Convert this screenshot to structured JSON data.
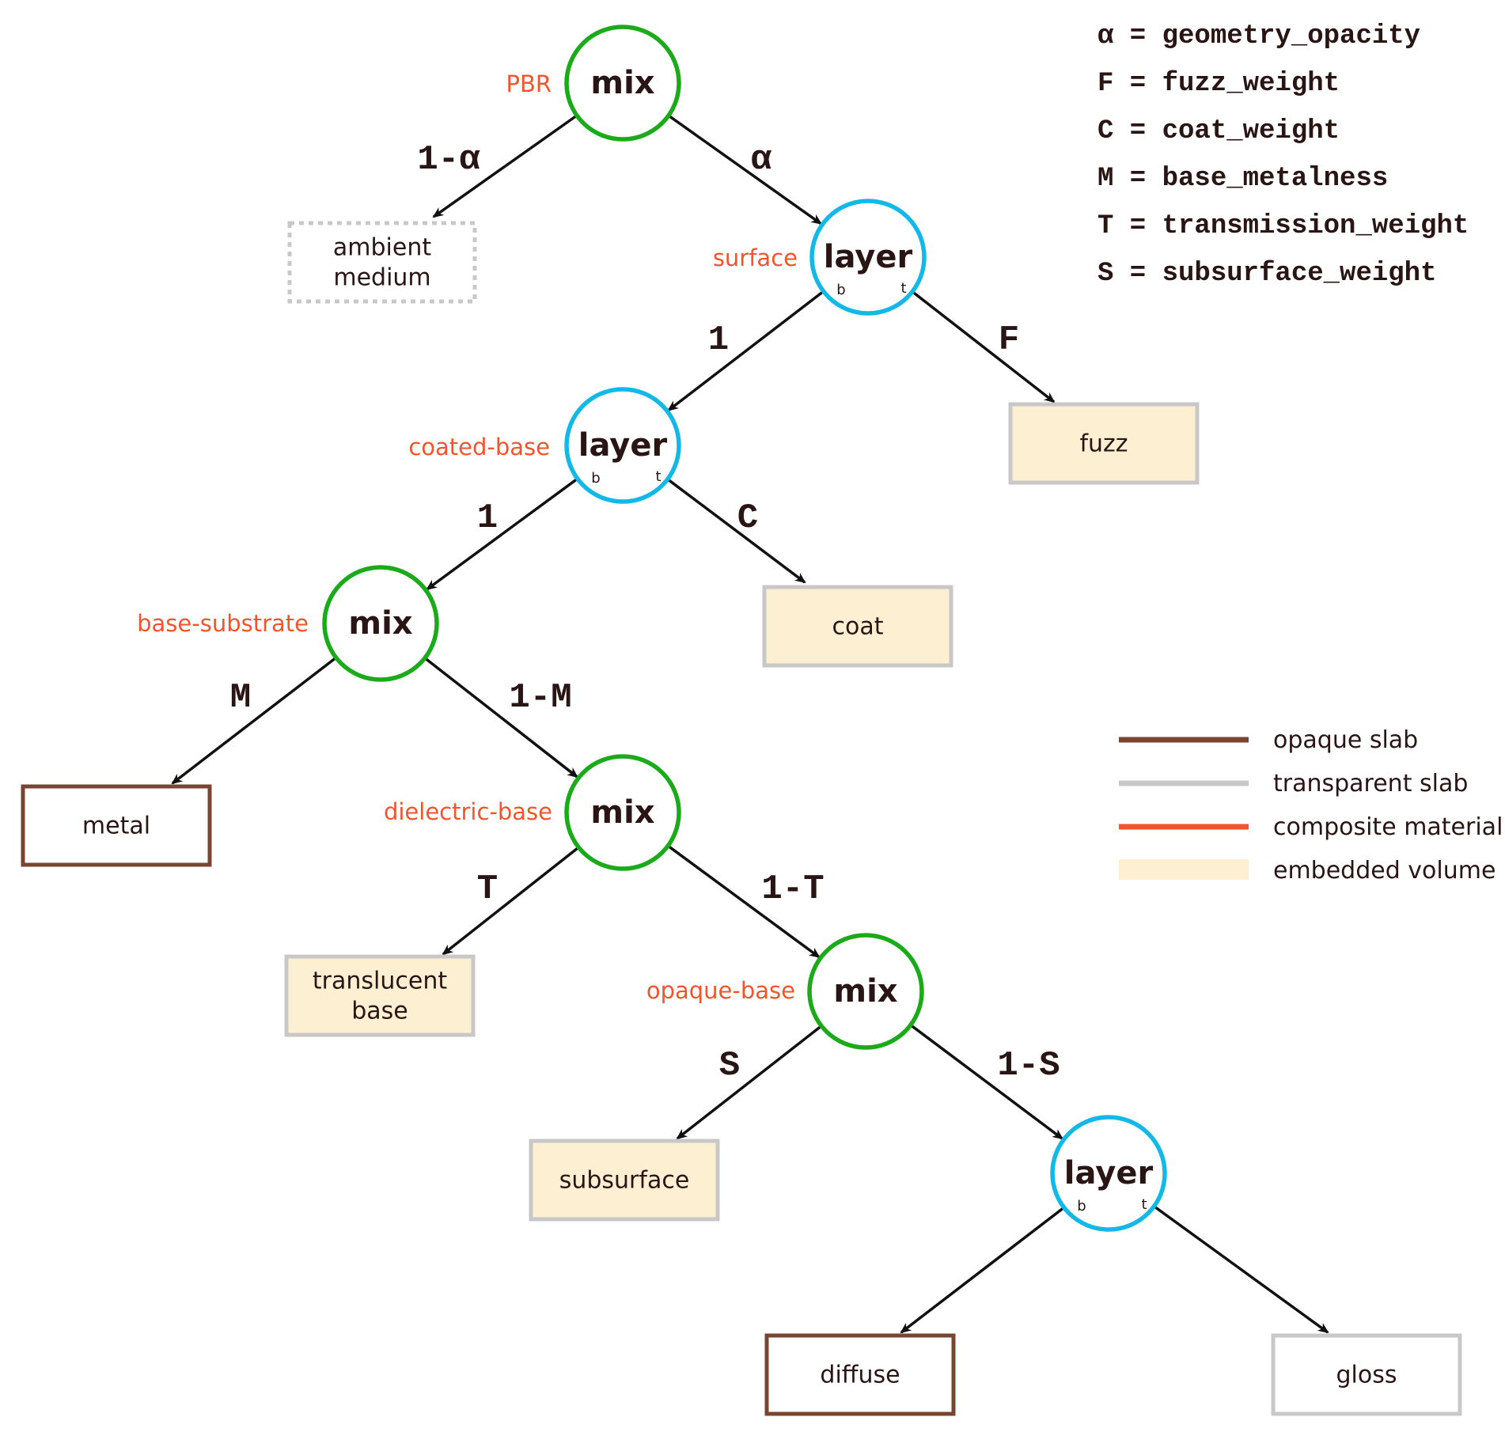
{
  "colors": {
    "mix": "#1aaa1a",
    "layer": "#12b8e6",
    "name": "#f2552e",
    "opaque": "#7a4530",
    "transparent": "#c8c8c8",
    "composite": "#f2552e",
    "embedded": "#fdefd2",
    "ambient": "#c8c8c8",
    "ink": "#2a1515"
  },
  "nodes": {
    "pbr": {
      "type": "mix",
      "label": "mix",
      "name": "PBR"
    },
    "surface": {
      "type": "layer",
      "label": "layer",
      "name": "surface",
      "port_b": "b",
      "port_t": "t"
    },
    "coated_base": {
      "type": "layer",
      "label": "layer",
      "name": "coated-base",
      "port_b": "b",
      "port_t": "t"
    },
    "base_substrate": {
      "type": "mix",
      "label": "mix",
      "name": "base-substrate"
    },
    "dielectric_base": {
      "type": "mix",
      "label": "mix",
      "name": "dielectric-base"
    },
    "opaque_base": {
      "type": "mix",
      "label": "mix",
      "name": "opaque-base"
    },
    "diffuse_gloss": {
      "type": "layer",
      "label": "layer",
      "name": "",
      "port_b": "b",
      "port_t": "t"
    }
  },
  "leaves": {
    "ambient": {
      "lines": [
        "ambient",
        "medium"
      ],
      "kind": "ambient"
    },
    "fuzz": {
      "lines": [
        "fuzz"
      ],
      "kind": "embedded"
    },
    "coat": {
      "lines": [
        "coat"
      ],
      "kind": "embedded"
    },
    "metal": {
      "lines": [
        "metal"
      ],
      "kind": "opaque"
    },
    "translucent": {
      "lines": [
        "translucent",
        "base"
      ],
      "kind": "embedded"
    },
    "subsurface": {
      "lines": [
        "subsurface"
      ],
      "kind": "embedded"
    },
    "diffuse": {
      "lines": [
        "diffuse"
      ],
      "kind": "opaque"
    },
    "gloss": {
      "lines": [
        "gloss"
      ],
      "kind": "transparent"
    }
  },
  "edges": [
    {
      "from": "pbr",
      "to": "ambient",
      "label": "1-α"
    },
    {
      "from": "pbr",
      "to": "surface",
      "label": "α"
    },
    {
      "from": "surface",
      "to": "coated_base",
      "label": "1"
    },
    {
      "from": "surface",
      "to": "fuzz",
      "label": "F"
    },
    {
      "from": "coated_base",
      "to": "base_substrate",
      "label": "1"
    },
    {
      "from": "coated_base",
      "to": "coat",
      "label": "C"
    },
    {
      "from": "base_substrate",
      "to": "metal",
      "label": "M"
    },
    {
      "from": "base_substrate",
      "to": "dielectric_base",
      "label": "1-M"
    },
    {
      "from": "dielectric_base",
      "to": "translucent",
      "label": "T"
    },
    {
      "from": "dielectric_base",
      "to": "opaque_base",
      "label": "1-T"
    },
    {
      "from": "opaque_base",
      "to": "subsurface",
      "label": "S"
    },
    {
      "from": "opaque_base",
      "to": "diffuse_gloss",
      "label": "1-S"
    },
    {
      "from": "diffuse_gloss",
      "to": "diffuse",
      "label": ""
    },
    {
      "from": "diffuse_gloss",
      "to": "gloss",
      "label": ""
    }
  ],
  "definitions": [
    "α = geometry_opacity",
    "F = fuzz_weight",
    "C = coat_weight",
    "M = base_metalness",
    "T = transmission_weight",
    "S = subsurface_weight"
  ],
  "legend": [
    {
      "kind": "opaque",
      "label": "opaque slab"
    },
    {
      "kind": "transparent",
      "label": "transparent slab"
    },
    {
      "kind": "composite",
      "label": "composite material"
    },
    {
      "kind": "embedded",
      "label": "embedded volume"
    }
  ]
}
